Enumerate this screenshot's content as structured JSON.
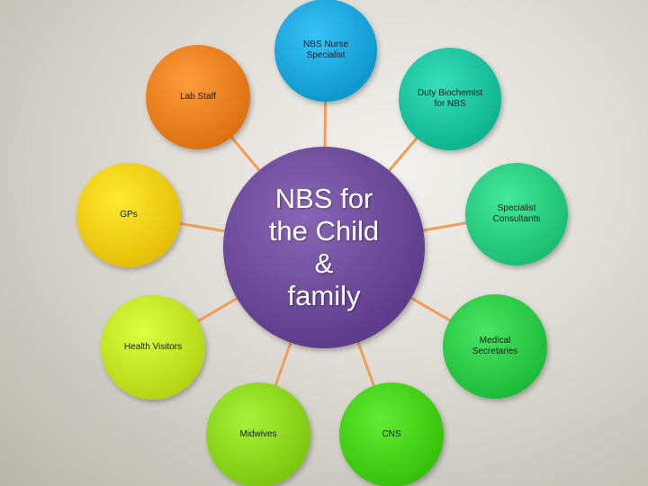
{
  "center": {
    "label": "NBS for\nthe Child\n&\nfamily",
    "color": "#6f4d9c"
  },
  "nodes": [
    {
      "id": "nbs-nurse-specialist",
      "label": "NBS Nurse\nSpecialist",
      "color": "#1fa9df"
    },
    {
      "id": "duty-biochemist",
      "label": "Duty Biochemist\nfor NBS",
      "color": "#1fc5a0"
    },
    {
      "id": "specialist-consultants",
      "label": "Specialist\nConsultants",
      "color": "#2ccf82"
    },
    {
      "id": "medical-secretaries",
      "label": "Medical\nSecretaries",
      "color": "#2fcc4a"
    },
    {
      "id": "cns",
      "label": "CNS",
      "color": "#48d21b"
    },
    {
      "id": "midwives",
      "label": "Midwives",
      "color": "#8ed821"
    },
    {
      "id": "health-visitors",
      "label": "Health Visitors",
      "color": "#c4e626"
    },
    {
      "id": "gps",
      "label": "GPs",
      "color": "#f6d018"
    },
    {
      "id": "lab-staff",
      "label": "Lab Staff",
      "color": "#ef8222"
    }
  ],
  "connector_color": "#f29c5a"
}
